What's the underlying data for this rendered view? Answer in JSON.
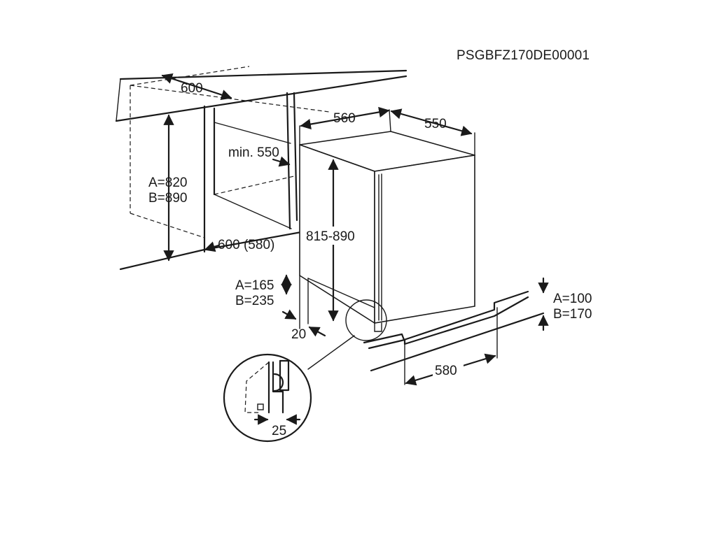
{
  "diagram": {
    "code": "PSGBFZ170DE00001",
    "labels": {
      "cabinet_width": "600",
      "cabinet_height_a": "A=820",
      "cabinet_height_b": "B=890",
      "min_depth": "min. 550",
      "floor_depth": "600 (580)",
      "appliance_width": "560",
      "appliance_depth": "550",
      "appliance_height": "815-890",
      "plinth_a": "A=165",
      "plinth_b": "B=235",
      "plinth_offset": "20",
      "kick_a": "A=100",
      "kick_b": "B=170",
      "kick_width": "580",
      "detail_gap": "25"
    }
  }
}
